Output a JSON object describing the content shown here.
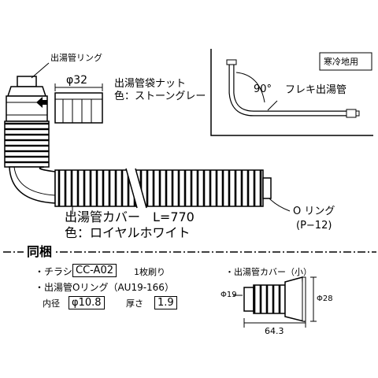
{
  "labels": {
    "ring_top": "出湯管リング",
    "phi32": "φ32",
    "nut_name": "出湯管袋ナット",
    "nut_color": "色：ストーングレー",
    "cold_badge": "寒冷地用",
    "angle": "90°",
    "flex": "フレキ出湯管",
    "cover_name": "出湯管カバー　L=770",
    "cover_color": "色：ロイヤルホワイト",
    "oring": "O リング",
    "oring_code": "(P−12)"
  },
  "included": {
    "title": "同梱",
    "bullet1_prefix": "・チラシ",
    "flyer_code": "CC-A02",
    "bullet1_suffix": "1枚刷り",
    "bullet2": "・出湯管Oリング（AU19-166）",
    "inner_label": "内径",
    "inner_value": "φ10.8",
    "thick_label": "厚さ",
    "thick_value": "1.9",
    "cover_small": "・出湯管カバー（小）",
    "dim_left": "Φ19",
    "dim_right": "Φ28",
    "dim_length": "64.3"
  }
}
